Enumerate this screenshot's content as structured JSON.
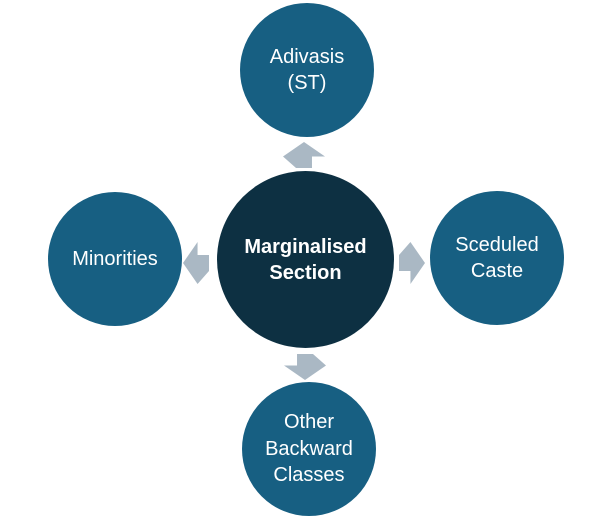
{
  "diagram": {
    "type": "radial-hub-spoke",
    "center": {
      "label": "Marginalised\nSection",
      "fill": "#0d3042",
      "text_color": "#ffffff"
    },
    "nodes": [
      {
        "position": "top",
        "label": "Adivasis\n(ST)",
        "fill": "#175f82",
        "text_color": "#ffffff"
      },
      {
        "position": "right",
        "label": "Sceduled\nCaste",
        "fill": "#175f82",
        "text_color": "#ffffff"
      },
      {
        "position": "bottom",
        "label": "Other\nBackward\nClasses",
        "fill": "#175f82",
        "text_color": "#ffffff"
      },
      {
        "position": "left",
        "label": "Minorities",
        "fill": "#175f82",
        "text_color": "#ffffff"
      }
    ],
    "arrows": [
      {
        "direction": "up"
      },
      {
        "direction": "right"
      },
      {
        "direction": "down"
      },
      {
        "direction": "left"
      }
    ],
    "colors": {
      "arrow": "#aab8c4",
      "background": "#ffffff"
    }
  }
}
